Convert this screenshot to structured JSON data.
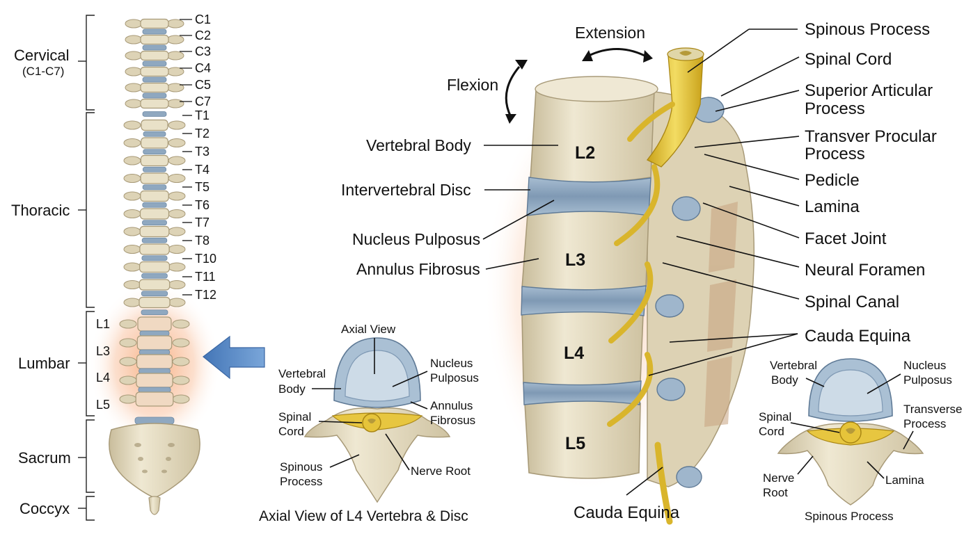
{
  "spine_column": {
    "regions": {
      "cervical": "Cervical",
      "cervical_range": "(C1-C7)",
      "thoracic": "Thoracic",
      "lumbar": "Lumbar",
      "sacrum": "Sacrum",
      "coccyx": "Coccyx"
    },
    "cervical_levels": [
      "C1",
      "C2",
      "C3",
      "C4",
      "C5",
      "C7"
    ],
    "thoracic_levels": [
      "T1",
      "T2",
      "T3",
      "T4",
      "T5",
      "T6",
      "T7",
      "T8",
      "T10",
      "T11",
      "T12"
    ],
    "lumbar_levels": [
      "L1",
      "L3",
      "L4",
      "L5"
    ]
  },
  "lateral_view": {
    "motion": {
      "extension": "Extension",
      "flexion": "Flexion"
    },
    "segments": [
      "L2",
      "L3",
      "L4",
      "L5"
    ],
    "left_labels": {
      "vertebral_body": "Vertebral Body",
      "intervertebral_disc": "Intervertebral Disc",
      "nucleus_pulposus": "Nucleus Pulposus",
      "annulus_fibrosus": "Annulus Fibrosus"
    },
    "right_labels": {
      "spinous_process": "Spinous Process",
      "spinal_cord": "Spinal Cord",
      "superior_articular_line1": "Superior Articular",
      "superior_articular_line2": "Process",
      "transverse_line1": "Transver Procular",
      "transverse_line2": "Process",
      "pedicle": "Pedicle",
      "lamina": "Lamina",
      "facet_joint": "Facet Joint",
      "neural_foramen": "Neural Foramen",
      "spinal_canal": "Spinal Canal",
      "cauda_equina": "Cauda Equina"
    },
    "bottom_label": "Cauda Equina"
  },
  "axial_left": {
    "title": "Axial View",
    "caption": "Axial View of L4 Vertebra & Disc",
    "vertebral_body_l1": "Vertebral",
    "vertebral_body_l2": "Body",
    "nucleus_l1": "Nucleus",
    "nucleus_l2": "Pulposus",
    "annulus_l1": "Annulus",
    "annulus_l2": "Fibrosus",
    "spinal_cord_l1": "Spinal",
    "spinal_cord_l2": "Cord",
    "spinous_l1": "Spinous",
    "spinous_l2": "Process",
    "nerve_root": "Nerve Root"
  },
  "axial_right": {
    "vertebral_body_l1": "Vertebral",
    "vertebral_body_l2": "Body",
    "nucleus_l1": "Nucleus",
    "nucleus_l2": "Pulposus",
    "transverse_l1": "Transverse",
    "transverse_l2": "Process",
    "spinal_cord_l1": "Spinal",
    "spinal_cord_l2": "Cord",
    "nerve_root_l1": "Nerve",
    "nerve_root_l2": "Root",
    "lamina": "Lamina",
    "spinous_process": "Spinous Process"
  },
  "colors": {
    "bone": "#e8e0c6",
    "bone_shadow": "#bfb394",
    "disc": "#8ea7bf",
    "nerve": "#e6c43a",
    "highlight": "#f6a06a",
    "arrow": "#5a8bc4"
  }
}
